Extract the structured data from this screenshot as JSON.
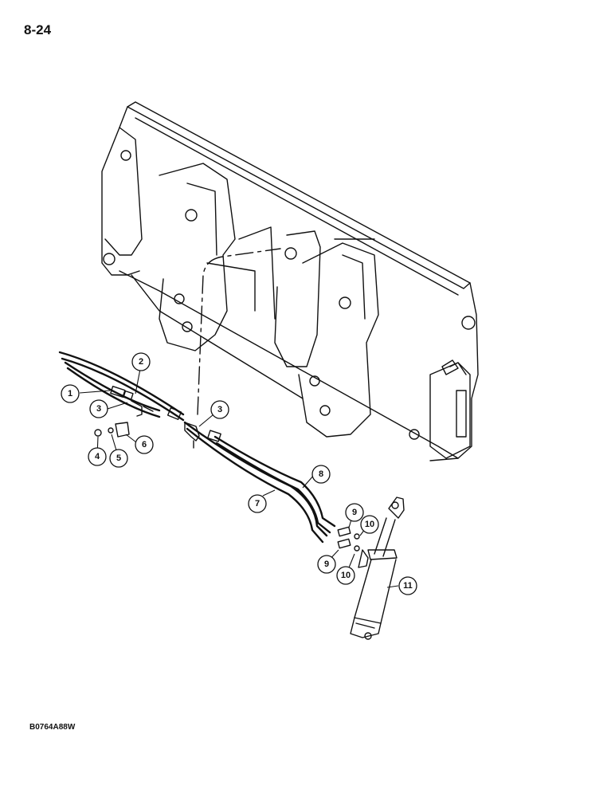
{
  "page": {
    "number": "8-24",
    "reference_code": "B0764A88W"
  },
  "callouts": {
    "c1": "1",
    "c2": "2",
    "c3a": "3",
    "c3b": "3",
    "c4": "4",
    "c5": "5",
    "c6": "6",
    "c7": "7",
    "c8": "8",
    "c9a": "9",
    "c9b": "9",
    "c10a": "10",
    "c10b": "10",
    "c11": "11"
  },
  "colors": {
    "ink": "#111111",
    "paper": "#ffffff"
  }
}
